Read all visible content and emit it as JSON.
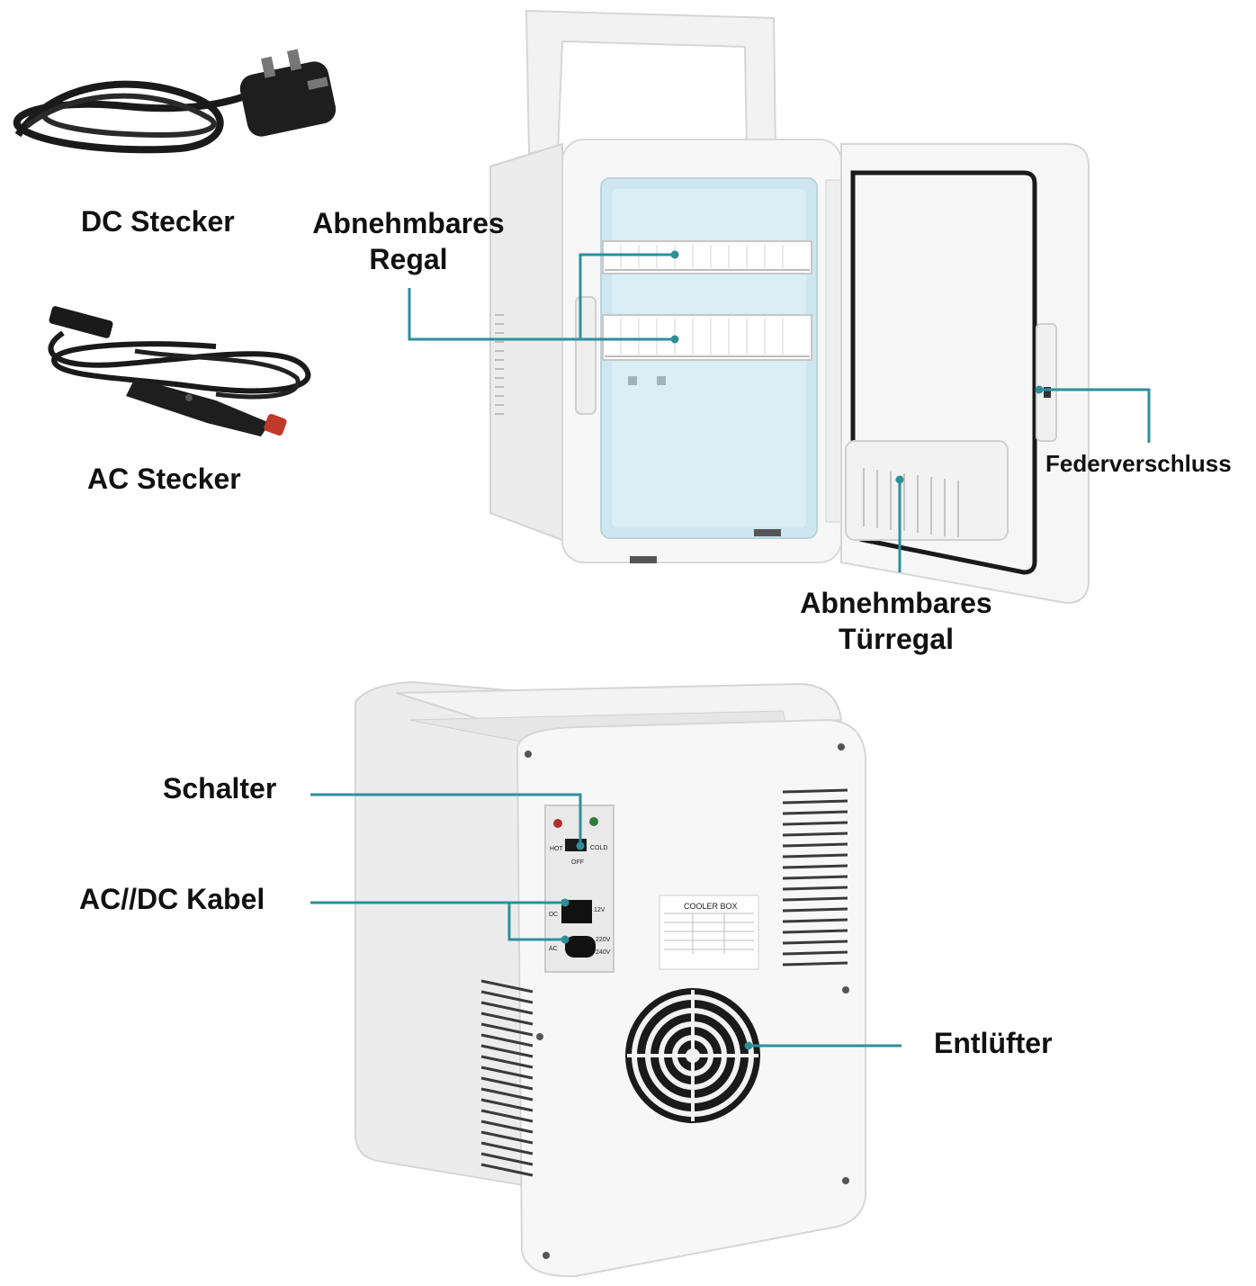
{
  "labels": {
    "dc_plug": "DC Stecker",
    "ac_plug": "AC Stecker",
    "removable_shelf_line1": "Abnehmbares",
    "removable_shelf_line2": "Regal",
    "spring_lock": "Federverschluss",
    "door_shelf_line1": "Abnehmbares",
    "door_shelf_line2": "Türregal",
    "switch": "Schalter",
    "ac_dc_cable": "AC//DC Kabel",
    "vent": "Entlüfter"
  },
  "back_panel": {
    "hot": "HOT",
    "cold": "COLD",
    "off": "OFF",
    "dc": "DC",
    "v12": "12V",
    "ac": "AC",
    "v_range_1": "220V",
    "v_range_2": "240V"
  },
  "rating_plate": {
    "title": "COOLER BOX"
  },
  "colors": {
    "callout": "#2e8f9c",
    "interior": "#cde6ef",
    "body": "#f4f4f4"
  }
}
